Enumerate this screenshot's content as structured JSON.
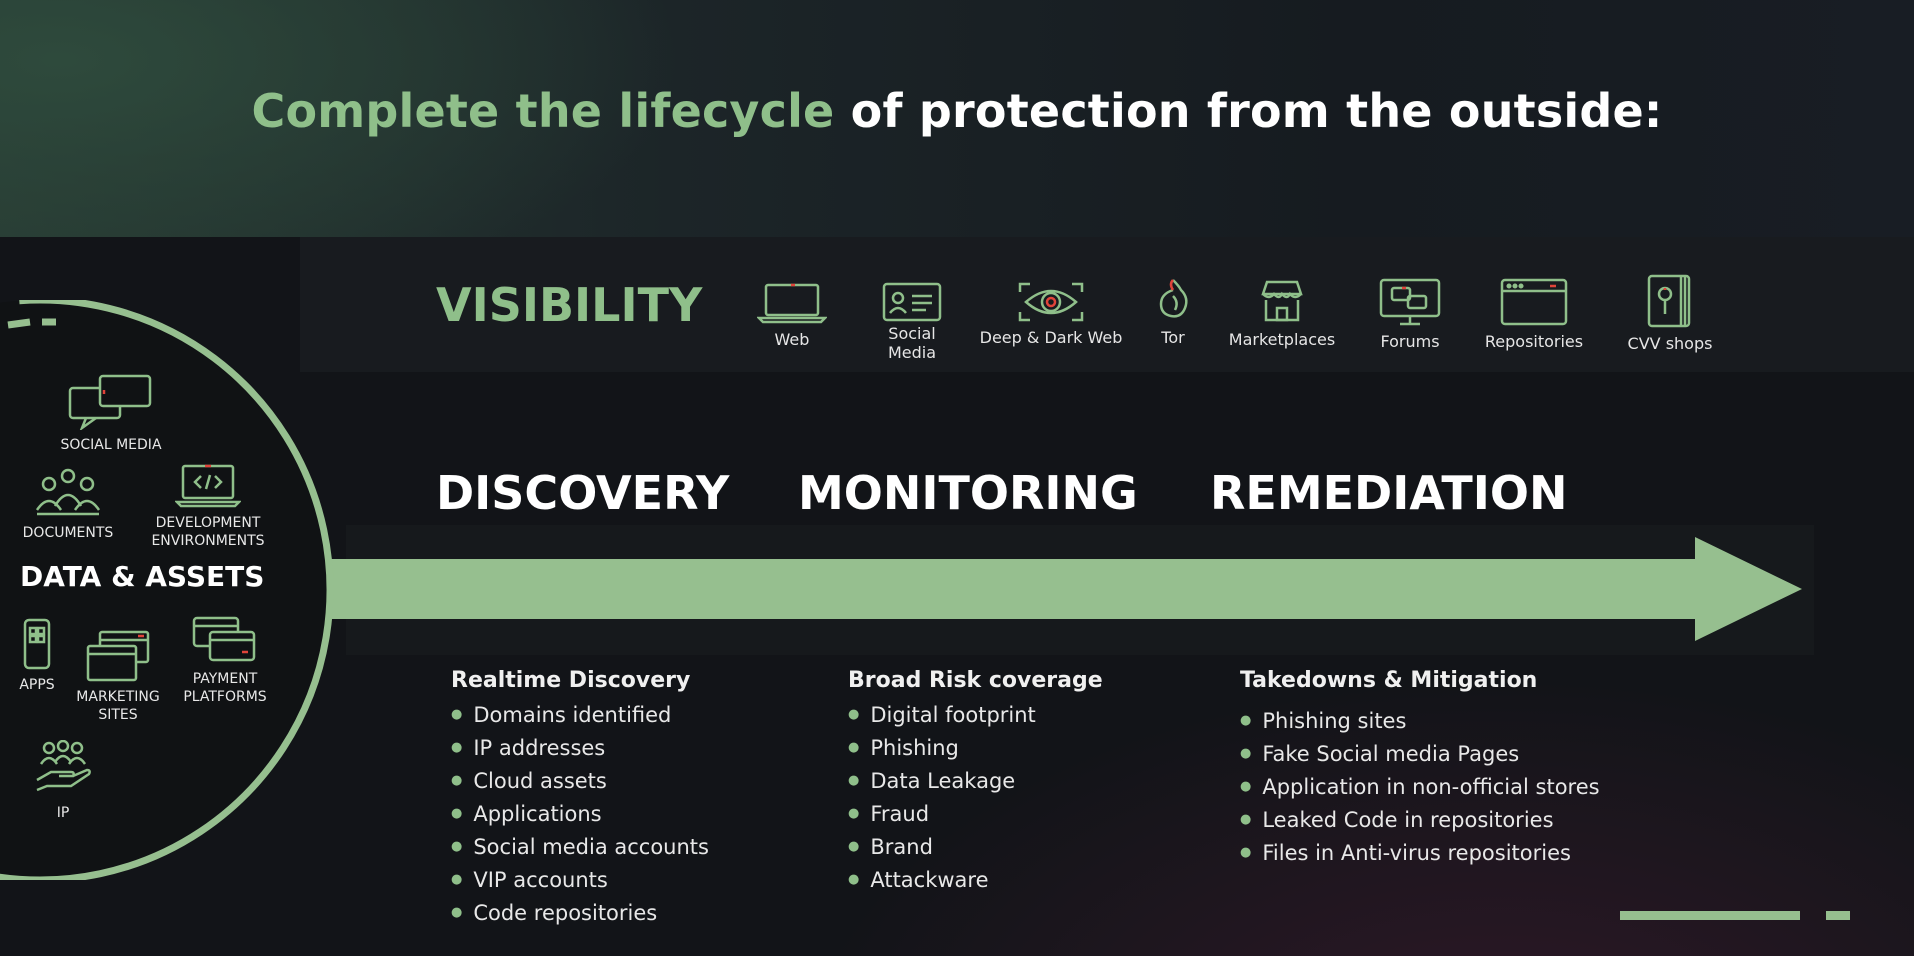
{
  "title": {
    "highlight": "Complete the lifecycle",
    "rest": " of protection from the outside:"
  },
  "visibility": {
    "heading": "VISIBILITY",
    "sources": [
      {
        "label": "Web",
        "icon": "laptop-icon"
      },
      {
        "label": "Social\nMedia",
        "icon": "id-card-icon"
      },
      {
        "label": "Deep & Dark Web",
        "icon": "eye-icon"
      },
      {
        "label": "Tor",
        "icon": "onion-icon"
      },
      {
        "label": "Marketplaces",
        "icon": "storefront-icon"
      },
      {
        "label": "Forums",
        "icon": "chat-monitor-icon"
      },
      {
        "label": "Repositories",
        "icon": "browser-window-icon"
      },
      {
        "label": "CVV shops",
        "icon": "card-lock-icon"
      }
    ]
  },
  "phases": [
    "DISCOVERY",
    "MONITORING",
    "REMEDIATION"
  ],
  "columns": [
    {
      "heading": "Realtime Discovery",
      "items": [
        "Domains identified",
        "IP addresses",
        "Cloud assets",
        "Applications",
        "Social media accounts",
        "VIP accounts",
        "Code repositories"
      ]
    },
    {
      "heading": "Broad Risk coverage",
      "items": [
        "Digital footprint",
        "Phishing",
        "Data Leakage",
        "Fraud",
        "Brand",
        "Attackware"
      ]
    },
    {
      "heading": "Takedowns & Mitigation",
      "items": [
        "Phishing sites",
        "Fake Social media Pages",
        "Application in non-official stores",
        "Leaked Code in repositories",
        "Files in Anti-virus repositories"
      ]
    }
  ],
  "assets": {
    "title": "DATA & ASSETS",
    "items": [
      {
        "label": "SOCIAL MEDIA",
        "icon": "chat-bubbles-icon"
      },
      {
        "label": "DOCUMENTS",
        "icon": "people-group-icon"
      },
      {
        "label": "DEVELOPMENT\nENVIRONMENTS",
        "icon": "code-laptop-icon"
      },
      {
        "label": "APPS",
        "icon": "phone-apps-icon"
      },
      {
        "label": "MARKETING\nSITES",
        "icon": "web-pages-icon"
      },
      {
        "label": "PAYMENT\nPLATFORMS",
        "icon": "cards-icon"
      },
      {
        "label": "IP",
        "icon": "hand-people-icon"
      }
    ]
  },
  "colors": {
    "accent": "#8fbf8a",
    "background": "#121418",
    "text": "#ffffff"
  }
}
